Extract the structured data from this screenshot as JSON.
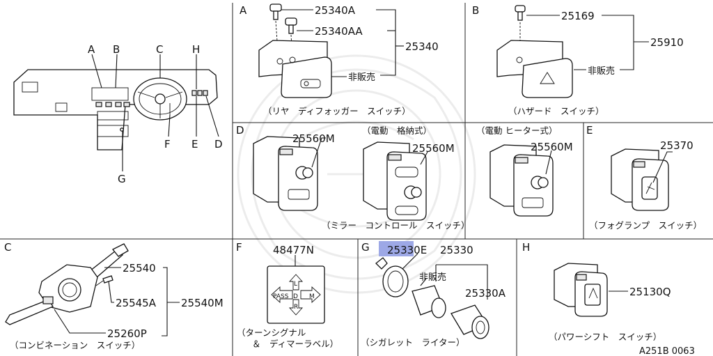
{
  "sections": {
    "overview": {
      "letters": [
        "A",
        "B",
        "C",
        "H",
        "F",
        "E",
        "D",
        "G"
      ]
    },
    "A": {
      "letter": "A",
      "parts": [
        "25340A",
        "25340AA",
        "25340"
      ],
      "not_sold": "非販売",
      "caption": "（リヤ　ディフォッガー　スイッチ）"
    },
    "B": {
      "letter": "B",
      "parts": [
        "25169",
        "25910"
      ],
      "not_sold": "非販売",
      "caption": "（ハザード　スイッチ）"
    },
    "D": {
      "letter": "D",
      "part_left": "25560M",
      "sub1_title": "（電動　格納式）",
      "part_mid": "25560M",
      "sub2_title": "（電動 ヒーター式）",
      "part_right": "25560M",
      "caption": "（ミラー　コントロール　スイッチ）"
    },
    "E": {
      "letter": "E",
      "part": "25370",
      "caption": "（フォグランプ　スイッチ）"
    },
    "C": {
      "letter": "C",
      "parts": [
        "25540",
        "25545A",
        "25540M",
        "25260P"
      ],
      "caption": "（コンビネーション　スイッチ）"
    },
    "F": {
      "letter": "F",
      "part": "48477N",
      "label_pass": "PASS",
      "label_d": "D",
      "label_l": "L",
      "label_r": "R",
      "label_m": "M",
      "caption_line1": "（ターンシグナル",
      "caption_line2": "＆　ディマーラベル）"
    },
    "G": {
      "letter": "G",
      "part_highlight": "25330E",
      "parts": [
        "25330",
        "25330A"
      ],
      "not_sold": "非販売",
      "caption": "（シガレット　ライター）"
    },
    "H": {
      "letter": "H",
      "part": "25130Q",
      "caption": "（パワーシフト　スイッチ）"
    }
  },
  "figure_code": "A251B 0063",
  "colors": {
    "highlight": "#9da8e6",
    "line": "#111111",
    "watermark": "#ececec"
  }
}
